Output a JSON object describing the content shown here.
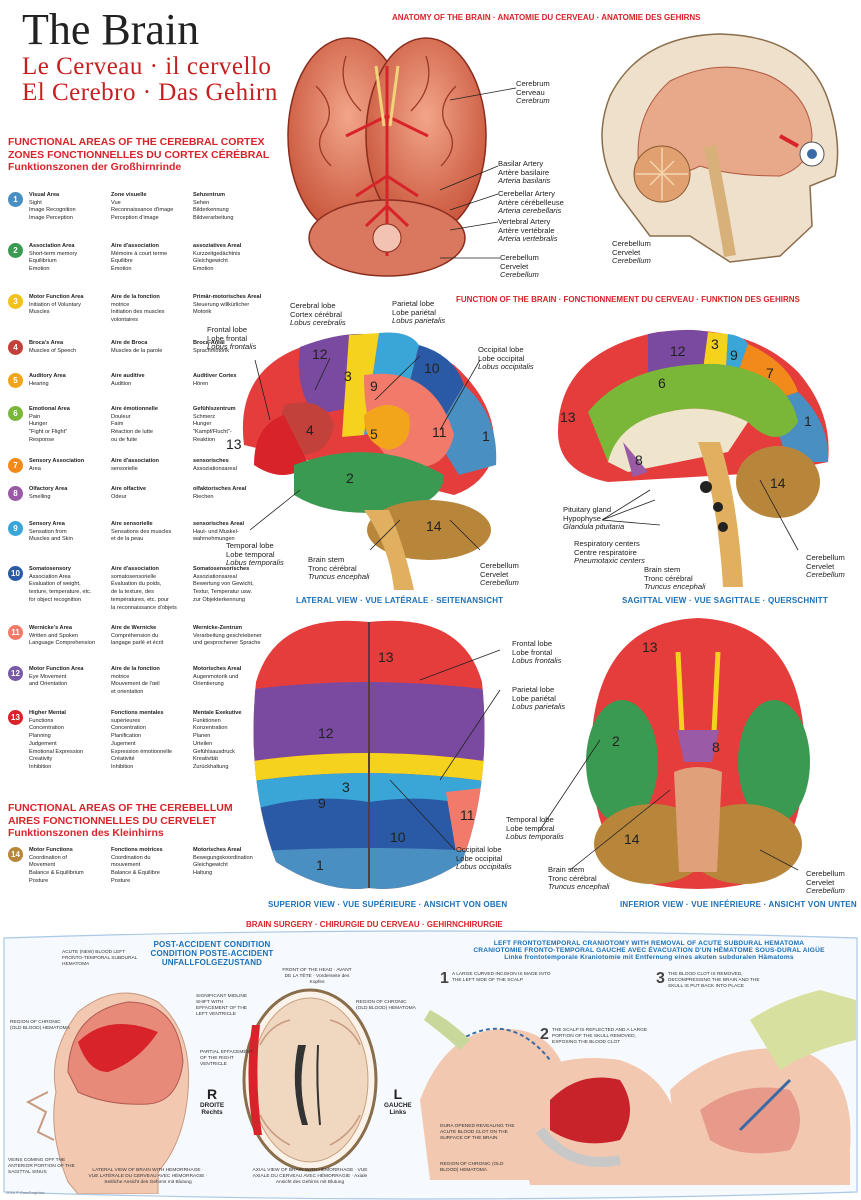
{
  "header": {
    "title": "The Brain",
    "sub1": "Le Cerveau · il cervello",
    "sub2": "El Cerebro · Das Gehirn"
  },
  "anatomy": {
    "heading": "ANATOMY OF THE BRAIN · ANATOMIE DU CERVEAU · ANATOMIE DES GEHIRNS",
    "cerebrum": [
      "Cerebrum",
      "Cerveau",
      "Cerebrum"
    ],
    "basilar": [
      "Basilar Artery",
      "Artère basilaire",
      "Arteria basilaris"
    ],
    "cerebellar": [
      "Cerebellar Artery",
      "Artère cérébelleuse",
      "Arteria cerebellaris"
    ],
    "vertebral": [
      "Vertebral Artery",
      "Artère vertébrale",
      "Arteria vertebralis"
    ],
    "cerebellum": [
      "Cerebellum",
      "Cervelet",
      "Cerebellum"
    ],
    "cerebellum2": [
      "Cerebellum",
      "Cervelet",
      "Cerebellum"
    ]
  },
  "functional": {
    "h1": "FUNCTIONAL AREAS OF THE CEREBRAL CORTEX",
    "h2": "ZONES FONCTIONNELLES DU CORTEX CÉRÉBRAL",
    "h3": "Funktionszonen der Großhirnrinde",
    "rows": [
      {
        "n": "1",
        "color": "#4a8fc2",
        "en": [
          "Visual Area",
          "Sight",
          "Image Recognition",
          "Image Perception"
        ],
        "fr": [
          "Zone visuelle",
          "Vue",
          "Reconnaissance d'image",
          "Perception d'image"
        ],
        "de": [
          "Sehzentrum",
          "Sehen",
          "Bilderkennung",
          "Bildverarbeitung"
        ]
      },
      {
        "n": "2",
        "color": "#3a9a52",
        "en": [
          "Association Area",
          "Short-term memory",
          "Equilibrium",
          "Emotion"
        ],
        "fr": [
          "Aire d'association",
          "Mémoire à court terme",
          "Équilibre",
          "Émotion"
        ],
        "de": [
          "assoziatives Areal",
          "Kurzzeitgedächtnis",
          "Gleichgewicht",
          "Emotion"
        ]
      },
      {
        "n": "3",
        "color": "#f2c21b",
        "en": [
          "Motor Function Area",
          "Initiation of Voluntary",
          "Muscles"
        ],
        "fr": [
          "Aire de la fonction",
          "motrice",
          "Initiation des muscles",
          "volontaires"
        ],
        "de": [
          "Primär-motorisches Areal",
          "Steuerung willkürlicher",
          "Motorik"
        ]
      },
      {
        "n": "4",
        "color": "#c2413a",
        "en": [
          "Broca's Area",
          "Muscles of Speech"
        ],
        "fr": [
          "Aire de Broca",
          "Muscles de la parole"
        ],
        "de": [
          "Broca-Areal",
          "Sprachmotorik"
        ]
      },
      {
        "n": "5",
        "color": "#f2a51b",
        "en": [
          "Auditory Area",
          "Hearing"
        ],
        "fr": [
          "Aire auditive",
          "Audition"
        ],
        "de": [
          "Auditiver Cortex",
          "Hören"
        ]
      },
      {
        "n": "6",
        "color": "#7ab638",
        "en": [
          "Emotional Area",
          "Pain",
          "Hunger",
          "\"Fight or Flight\"",
          "Response"
        ],
        "fr": [
          "Aire émotionnelle",
          "Douleur",
          "Faim",
          "Réaction de lutte",
          "ou de fuite"
        ],
        "de": [
          "Gefühlszentrum",
          "Schmerz",
          "Hunger",
          "\"Kampf/Flucht\"-",
          "Reaktion"
        ]
      },
      {
        "n": "7",
        "color": "#f28a1b",
        "en": [
          "Sensory Association",
          "Area"
        ],
        "fr": [
          "Aire d'association",
          "sensorielle"
        ],
        "de": [
          "sensorisches",
          "Assoziationsareal"
        ]
      },
      {
        "n": "8",
        "color": "#9a5aa6",
        "en": [
          "Olfactory Area",
          "Smelling"
        ],
        "fr": [
          "Aire olfactive",
          "Odeur"
        ],
        "de": [
          "olfaktorisches Areal",
          "Riechen"
        ]
      },
      {
        "n": "9",
        "color": "#3aa6d8",
        "en": [
          "Sensory Area",
          "Sensation from",
          "Muscles and Skin"
        ],
        "fr": [
          "Aire sensorielle",
          "Sensations des muscles",
          "et de la peau"
        ],
        "de": [
          "sensorisches Areal",
          "Haut- und Muskel-",
          "wahrnehmungen"
        ]
      },
      {
        "n": "10",
        "color": "#2a5aa6",
        "en": [
          "Somatosensory",
          "Association Area",
          "Evaluation of weight,",
          "texture, temperature, etc.",
          "for object recognition"
        ],
        "fr": [
          "Aire d'association",
          "somatosensorielle",
          "Évaluation du poids,",
          "de la texture, des",
          "températures, etc. pour",
          "la reconnaissance d'objets"
        ],
        "de": [
          "Somatosensorisches",
          "Assoziationsareal",
          "Bewertung von Gewicht,",
          "Textur, Temperatur usw.",
          "zur Objekterkennung"
        ]
      },
      {
        "n": "11",
        "color": "#f27a6a",
        "en": [
          "Wernicke's Area",
          "Written and Spoken",
          "Language Comprehension"
        ],
        "fr": [
          "Aire de Wernicke",
          "Compréhension du",
          "langage parlé et écrit"
        ],
        "de": [
          "Wernicke-Zentrum",
          "Verarbeitung geschriebener",
          "und gesprochener Sprache"
        ]
      },
      {
        "n": "12",
        "color": "#7a5aa6",
        "en": [
          "Motor Function Area",
          "Eye Movement",
          "and Orientation"
        ],
        "fr": [
          "Aire de la fonction",
          "motrice",
          "Mouvement de l'œil",
          "et orientation"
        ],
        "de": [
          "Motorisches Areal",
          "Augenmotorik und",
          "Orientierung"
        ]
      },
      {
        "n": "13",
        "color": "#d8232a",
        "en": [
          "Higher Mental",
          "Functions",
          "Concentration",
          "Planning",
          "Judgement",
          "Emotional Expression",
          "Creativity",
          "Inhibition"
        ],
        "fr": [
          "Fonctions mentales",
          "supérieures",
          "Concentration",
          "Planification",
          "Jugement",
          "Expression émotionnelle",
          "Créativité",
          "Inhibition"
        ],
        "de": [
          "Mentale Exekutive",
          "Funktionen",
          "Konzentration",
          "Planen",
          "Urteilen",
          "Gefühlsausdruck",
          "Kreativität",
          "Zurückhaltung"
        ]
      }
    ]
  },
  "cerebellum_areas": {
    "h1": "FUNCTIONAL AREAS OF THE CEREBELLUM",
    "h2": "AIRES FONCTIONNELLES DU CERVELET",
    "h3": "Funktionszonen des Kleinhirns",
    "row": {
      "n": "14",
      "color": "#b8863a",
      "en": [
        "Motor Functions",
        "Coordination of",
        "Movement",
        "Balance & Equilibrium",
        "Posture"
      ],
      "fr": [
        "Fonctions motrices",
        "Coordination du",
        "mouvement",
        "Balance & Équilibre",
        "Posture"
      ],
      "de": [
        "Motorisches Areal",
        "Bewegungskoordination",
        "Gleichgewicht",
        "Haltung"
      ]
    }
  },
  "function": {
    "heading": "FUNCTION OF THE BRAIN · FONCTIONNEMENT DU CERVEAU · FUNKTION DES GEHIRNS",
    "lateral_caption": "LATERAL VIEW · VUE LATÉRALE · SEITENANSICHT",
    "sagittal_caption": "SAGITTAL VIEW · VUE SAGITTALE · QUERSCHNITT",
    "superior_caption": "SUPERIOR VIEW · VUE SUPÉRIEURE · ANSICHT VON OBEN",
    "inferior_caption": "INFERIOR VIEW · VUE INFÉRIEURE · ANSICHT VON UNTEN",
    "cerebral_lobe": [
      "Cerebral lobe",
      "Cortex cérébral",
      "Lobus cerebralis"
    ],
    "parietal_lobe": [
      "Parietal lobe",
      "Lobe pariétal",
      "Lobus parietalis"
    ],
    "frontal_lobe": [
      "Frontal lobe",
      "Lobe frontal",
      "Lobus frontalis"
    ],
    "occipital_lobe": [
      "Occipital lobe",
      "Lobe occipital",
      "Lobus occipitalis"
    ],
    "temporal_lobe": [
      "Temporal lobe",
      "Lobe temporal",
      "Lobus temporalis"
    ],
    "brain_stem": [
      "Brain stem",
      "Tronc cérébral",
      "Truncus encephali"
    ],
    "cerebellum": [
      "Cerebellum",
      "Cervelet",
      "Cerebellum"
    ],
    "pituitary": [
      "Pituitary gland",
      "Hypophyse",
      "Glandula pituitaria"
    ],
    "respiratory": [
      "Respiratory centers",
      "Centre respiratoire",
      "Pneumotaxic centers"
    ]
  },
  "surgery": {
    "heading": "BRAIN SURGERY · CHIRURGIE DU CERVEAU · GEHIRNCHIRURGIE",
    "post": [
      "POST-ACCIDENT CONDITION",
      "CONDITION POSTE-ACCIDENT",
      "UNFALLFOLGEZUSTAND"
    ],
    "cranio": [
      "LEFT FRONTOTEMPORAL CRANIOTOMY WITH REMOVAL OF ACUTE SUBDURAL HEMATOMA",
      "CRANIOTOMIE FRONTO-TEMPORAL GAUCHE AVEC ÉVACUATION D'UN HÉMATOME SOUS-DURAL AIGÜE",
      "Linke frontotemporale Kraniotomie mit Entfernung eines akuten subduralen Hämatoms"
    ],
    "r": "R",
    "droite": "DROITE",
    "rechts": "Rechts",
    "l": "L",
    "gauche": "GAUCHE",
    "links": "Links",
    "front": "FRONT OF THE HEAD · AVANT DE LA TÊTE · Vorderseite des Kopfes",
    "lateral_note": "LATERAL VIEW OF BRAIN WITH HEMORRHAGE · VUE LATÉRALE DU CERVEAU AVEC HÉMORRAGIE · Seitliche Ansicht des Gehirns mit Blutung",
    "axial_note": "AXIAL VIEW OF BRAIN WITH HEMORRHAGE · VUE AXIALE DU CERVEAU AVEC HÉMORRAGIE · Axiale Ansicht des Gehirns mit Blutung",
    "step1": "A LARGE CURVED INCISION IS MADE INTO THE LEFT SIDE OF THE SCALP",
    "step2": "THE SCALP IS REFLECTED AND A LARGE PORTION OF THE SKULL REMOVED, EXPOSING THE BLOOD CLOT",
    "step3": "THE BLOOD CLOT IS REMOVED, DECOMPRESSING THE BRAIN AND THE SKULL IS PUT BACK INTO PLACE",
    "n1": "1",
    "n2": "2",
    "n3": "3",
    "acute": "ACUTE (NEW) BLOOD LEFT FRONTO-TEMPORAL SUBDURAL HEMATOMA",
    "chronic": "REGION OF CHRONIC (OLD BLOOD) HEMATOMA",
    "midline": "SIGNIFICANT MIDLINE SHIFT WITH EFFACEMENT OF THE LEFT VENTRICLE",
    "partial": "PARTIAL EFFACEMENT OF THE RIGHT VENTRICLE",
    "veins": "VEINS COMING OFF THE ANTERIOR PORTION OF THE SAGITTAL SINUS",
    "dura": "DURA OPENED REVEALING THE ACUTE BLOOD CLOT ON THE SURFACE OF THE BRAIN",
    "copyright": "2016 © EuroGraphics"
  }
}
